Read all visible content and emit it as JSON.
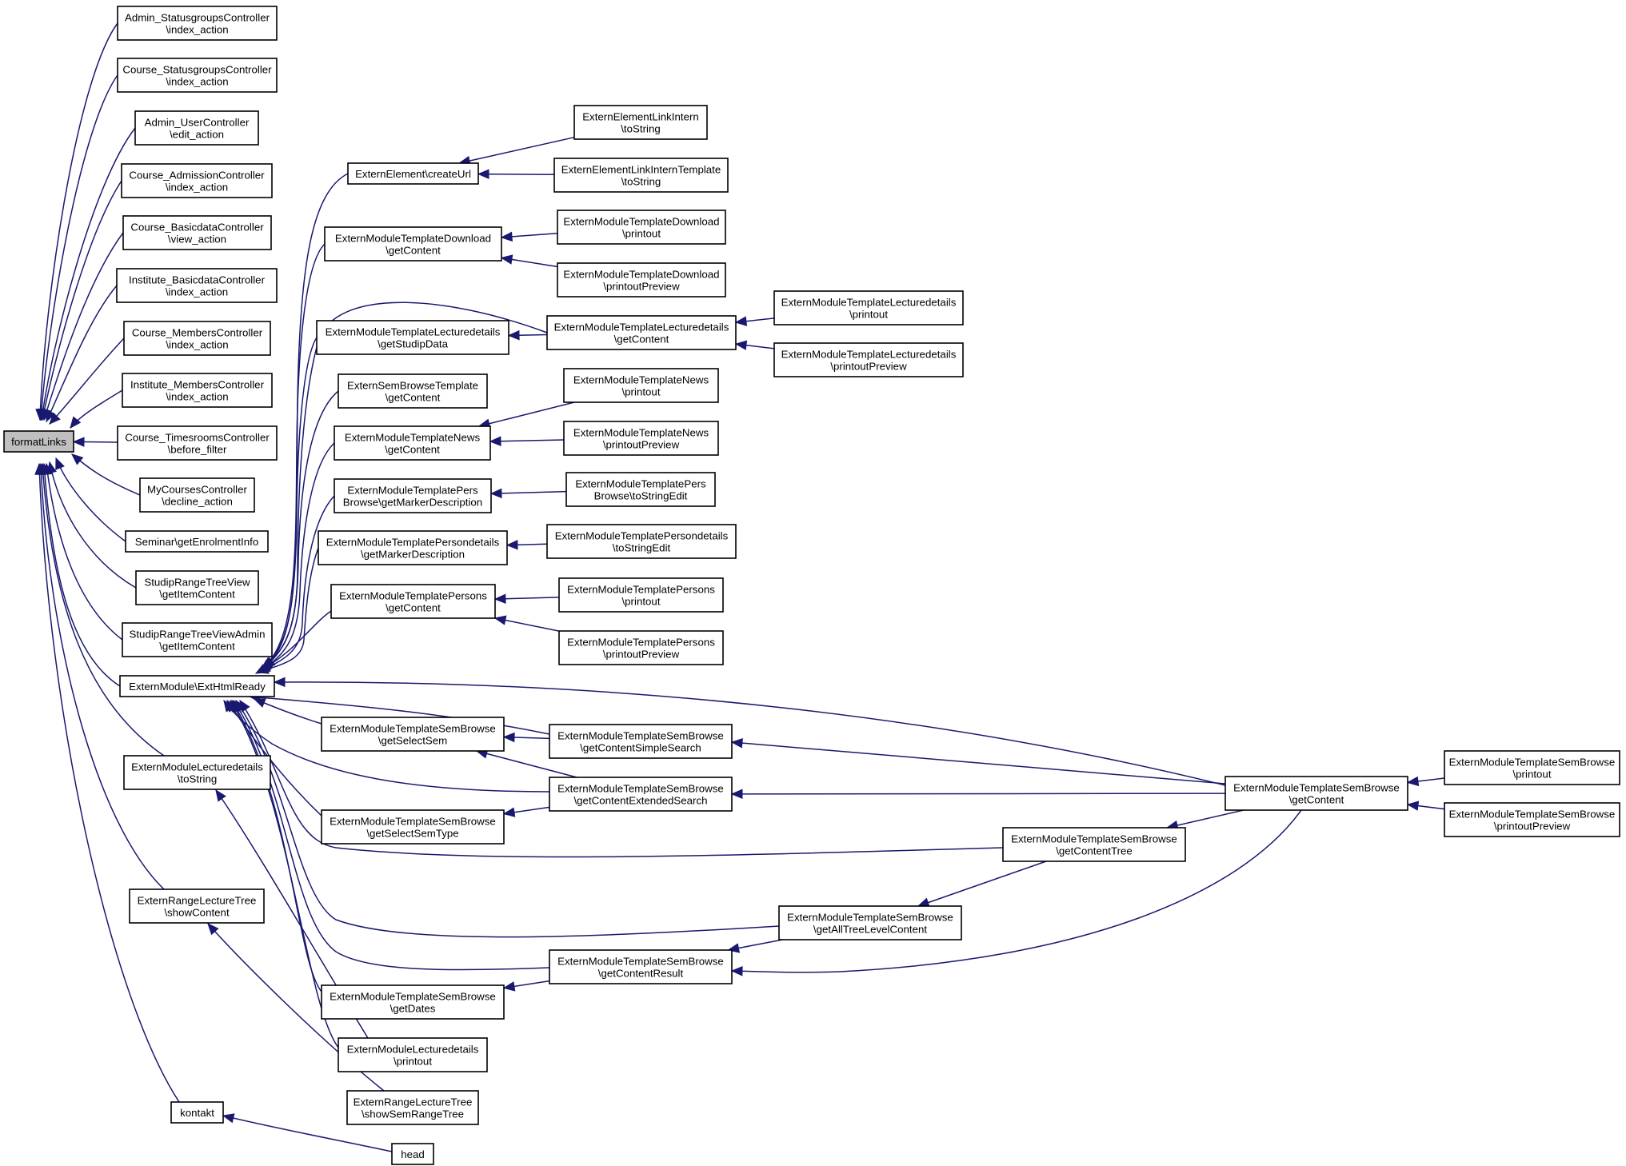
{
  "graph": {
    "root": "formatLinks",
    "colors": {
      "edge": "#191970",
      "root_fill": "#bfbfbf",
      "node_fill": "#ffffff",
      "node_border": "#000000"
    },
    "nodes": [
      {
        "id": "formatLinks",
        "lines": [
          "formatLinks"
        ]
      },
      {
        "id": "admin_statusgroups",
        "lines": [
          "Admin_StatusgroupsController",
          "\\index_action"
        ]
      },
      {
        "id": "course_statusgroups",
        "lines": [
          "Course_StatusgroupsController",
          "\\index_action"
        ]
      },
      {
        "id": "admin_user",
        "lines": [
          "Admin_UserController",
          "\\edit_action"
        ]
      },
      {
        "id": "course_admission",
        "lines": [
          "Course_AdmissionController",
          "\\index_action"
        ]
      },
      {
        "id": "course_basicdata",
        "lines": [
          "Course_BasicdataController",
          "\\view_action"
        ]
      },
      {
        "id": "institute_basicdata",
        "lines": [
          "Institute_BasicdataController",
          "\\index_action"
        ]
      },
      {
        "id": "course_members",
        "lines": [
          "Course_MembersController",
          "\\index_action"
        ]
      },
      {
        "id": "institute_members",
        "lines": [
          "Institute_MembersController",
          "\\index_action"
        ]
      },
      {
        "id": "course_timesrooms",
        "lines": [
          "Course_TimesroomsController",
          "\\before_filter"
        ]
      },
      {
        "id": "mycourses",
        "lines": [
          "MyCoursesController",
          "\\decline_action"
        ]
      },
      {
        "id": "seminar_enrol",
        "lines": [
          "Seminar\\getEnrolmentInfo"
        ]
      },
      {
        "id": "rangetree",
        "lines": [
          "StudipRangeTreeView",
          "\\getItemContent"
        ]
      },
      {
        "id": "rangetree_admin",
        "lines": [
          "StudipRangeTreeViewAdmin",
          "\\getItemContent"
        ]
      },
      {
        "id": "exthtml",
        "lines": [
          "ExternModule\\ExtHtmlReady"
        ]
      },
      {
        "id": "lect_tostring",
        "lines": [
          "ExternModuleLecturedetails",
          "\\toString"
        ]
      },
      {
        "id": "range_show",
        "lines": [
          "ExternRangeLectureTree",
          "\\showContent"
        ]
      },
      {
        "id": "kontakt",
        "lines": [
          "kontakt"
        ]
      },
      {
        "id": "createurl",
        "lines": [
          "ExternElement\\createUrl"
        ]
      },
      {
        "id": "download_get",
        "lines": [
          "ExternModuleTemplateDownload",
          "\\getContent"
        ]
      },
      {
        "id": "lect_getstudip",
        "lines": [
          "ExternModuleTemplateLecturedetails",
          "\\getStudipData"
        ]
      },
      {
        "id": "sembrowse_tpl",
        "lines": [
          "ExternSemBrowseTemplate",
          "\\getContent"
        ]
      },
      {
        "id": "news_get",
        "lines": [
          "ExternModuleTemplateNews",
          "\\getContent"
        ]
      },
      {
        "id": "pers_marker",
        "lines": [
          "ExternModuleTemplatePers",
          "Browse\\getMarkerDescription"
        ]
      },
      {
        "id": "persdet_marker",
        "lines": [
          "ExternModuleTemplatePersondetails",
          "\\getMarkerDescription"
        ]
      },
      {
        "id": "persons_get",
        "lines": [
          "ExternModuleTemplatePersons",
          "\\getContent"
        ]
      },
      {
        "id": "sb_getselsem",
        "lines": [
          "ExternModuleTemplateSemBrowse",
          "\\getSelectSem"
        ]
      },
      {
        "id": "sb_getselsemtype",
        "lines": [
          "ExternModuleTemplateSemBrowse",
          "\\getSelectSemType"
        ]
      },
      {
        "id": "sb_getdates",
        "lines": [
          "ExternModuleTemplateSemBrowse",
          "\\getDates"
        ]
      },
      {
        "id": "lect_printout",
        "lines": [
          "ExternModuleLecturedetails",
          "\\printout"
        ]
      },
      {
        "id": "range_showsem",
        "lines": [
          "ExternRangeLectureTree",
          "\\showSemRangeTree"
        ]
      },
      {
        "id": "head",
        "lines": [
          "head"
        ]
      },
      {
        "id": "link_intern",
        "lines": [
          "ExternElementLinkIntern",
          "\\toString"
        ]
      },
      {
        "id": "link_intern_tpl",
        "lines": [
          "ExternElementLinkInternTemplate",
          "\\toString"
        ]
      },
      {
        "id": "download_printout",
        "lines": [
          "ExternModuleTemplateDownload",
          "\\printout"
        ]
      },
      {
        "id": "download_preview",
        "lines": [
          "ExternModuleTemplateDownload",
          "\\printoutPreview"
        ]
      },
      {
        "id": "lect_getcontent",
        "lines": [
          "ExternModuleTemplateLecturedetails",
          "\\getContent"
        ]
      },
      {
        "id": "news_printout",
        "lines": [
          "ExternModuleTemplateNews",
          "\\printout"
        ]
      },
      {
        "id": "news_preview",
        "lines": [
          "ExternModuleTemplateNews",
          "\\printoutPreview"
        ]
      },
      {
        "id": "pers_tostring",
        "lines": [
          "ExternModuleTemplatePers",
          "Browse\\toStringEdit"
        ]
      },
      {
        "id": "persdet_tostring",
        "lines": [
          "ExternModuleTemplatePersondetails",
          "\\toStringEdit"
        ]
      },
      {
        "id": "persons_printout",
        "lines": [
          "ExternModuleTemplatePersons",
          "\\printout"
        ]
      },
      {
        "id": "persons_preview",
        "lines": [
          "ExternModuleTemplatePersons",
          "\\printoutPreview"
        ]
      },
      {
        "id": "sb_simple",
        "lines": [
          "ExternModuleTemplateSemBrowse",
          "\\getContentSimpleSearch"
        ]
      },
      {
        "id": "sb_extended",
        "lines": [
          "ExternModuleTemplateSemBrowse",
          "\\getContentExtendedSearch"
        ]
      },
      {
        "id": "sb_result",
        "lines": [
          "ExternModuleTemplateSemBrowse",
          "\\getContentResult"
        ]
      },
      {
        "id": "lect_tpl_printout",
        "lines": [
          "ExternModuleTemplateLecturedetails",
          "\\printout"
        ]
      },
      {
        "id": "lect_tpl_preview",
        "lines": [
          "ExternModuleTemplateLecturedetails",
          "\\printoutPreview"
        ]
      },
      {
        "id": "sb_alltree",
        "lines": [
          "ExternModuleTemplateSemBrowse",
          "\\getAllTreeLevelContent"
        ]
      },
      {
        "id": "sb_tree",
        "lines": [
          "ExternModuleTemplateSemBrowse",
          "\\getContentTree"
        ]
      },
      {
        "id": "sb_getcontent",
        "lines": [
          "ExternModuleTemplateSemBrowse",
          "\\getContent"
        ]
      },
      {
        "id": "sb_printout",
        "lines": [
          "ExternModuleTemplateSemBrowse",
          "\\printout"
        ]
      },
      {
        "id": "sb_preview",
        "lines": [
          "ExternModuleTemplateSemBrowse",
          "\\printoutPreview"
        ]
      }
    ],
    "edges": [
      [
        "admin_statusgroups",
        "formatLinks"
      ],
      [
        "course_statusgroups",
        "formatLinks"
      ],
      [
        "admin_user",
        "formatLinks"
      ],
      [
        "course_admission",
        "formatLinks"
      ],
      [
        "course_basicdata",
        "formatLinks"
      ],
      [
        "institute_basicdata",
        "formatLinks"
      ],
      [
        "course_members",
        "formatLinks"
      ],
      [
        "institute_members",
        "formatLinks"
      ],
      [
        "course_timesrooms",
        "formatLinks"
      ],
      [
        "mycourses",
        "formatLinks"
      ],
      [
        "seminar_enrol",
        "formatLinks"
      ],
      [
        "rangetree",
        "formatLinks"
      ],
      [
        "rangetree_admin",
        "formatLinks"
      ],
      [
        "exthtml",
        "formatLinks"
      ],
      [
        "lect_tostring",
        "formatLinks"
      ],
      [
        "range_show",
        "formatLinks"
      ],
      [
        "kontakt",
        "formatLinks"
      ],
      [
        "head",
        "kontakt"
      ],
      [
        "createurl",
        "exthtml"
      ],
      [
        "download_get",
        "exthtml"
      ],
      [
        "lect_getstudip",
        "exthtml"
      ],
      [
        "sembrowse_tpl",
        "exthtml"
      ],
      [
        "news_get",
        "exthtml"
      ],
      [
        "pers_marker",
        "exthtml"
      ],
      [
        "persdet_marker",
        "exthtml"
      ],
      [
        "persons_get",
        "exthtml"
      ],
      [
        "lect_getcontent",
        "exthtml"
      ],
      [
        "sb_getselsem",
        "exthtml"
      ],
      [
        "sb_getselsemtype",
        "exthtml"
      ],
      [
        "sb_getdates",
        "exthtml"
      ],
      [
        "lect_printout",
        "exthtml"
      ],
      [
        "sb_simple",
        "exthtml"
      ],
      [
        "sb_extended",
        "exthtml"
      ],
      [
        "sb_tree",
        "exthtml"
      ],
      [
        "sb_alltree",
        "exthtml"
      ],
      [
        "sb_result",
        "exthtml"
      ],
      [
        "sb_getcontent",
        "exthtml"
      ],
      [
        "link_intern",
        "createurl"
      ],
      [
        "link_intern_tpl",
        "createurl"
      ],
      [
        "download_printout",
        "download_get"
      ],
      [
        "download_preview",
        "download_get"
      ],
      [
        "lect_getcontent",
        "lect_getstudip"
      ],
      [
        "lect_tpl_printout",
        "lect_getcontent"
      ],
      [
        "lect_tpl_preview",
        "lect_getcontent"
      ],
      [
        "news_printout",
        "news_get"
      ],
      [
        "news_preview",
        "news_get"
      ],
      [
        "pers_tostring",
        "pers_marker"
      ],
      [
        "persdet_tostring",
        "persdet_marker"
      ],
      [
        "persons_printout",
        "persons_get"
      ],
      [
        "persons_preview",
        "persons_get"
      ],
      [
        "sb_simple",
        "sb_getselsem"
      ],
      [
        "sb_extended",
        "sb_getselsem"
      ],
      [
        "sb_extended",
        "sb_getselsemtype"
      ],
      [
        "sb_result",
        "sb_getdates"
      ],
      [
        "sb_getcontent",
        "sb_simple"
      ],
      [
        "sb_getcontent",
        "sb_extended"
      ],
      [
        "sb_getcontent",
        "sb_tree"
      ],
      [
        "sb_getcontent",
        "sb_result"
      ],
      [
        "sb_tree",
        "sb_alltree"
      ],
      [
        "sb_alltree",
        "sb_result"
      ],
      [
        "sb_printout",
        "sb_getcontent"
      ],
      [
        "sb_preview",
        "sb_getcontent"
      ],
      [
        "lect_printout",
        "lect_tostring"
      ],
      [
        "range_showsem",
        "range_show"
      ]
    ]
  }
}
